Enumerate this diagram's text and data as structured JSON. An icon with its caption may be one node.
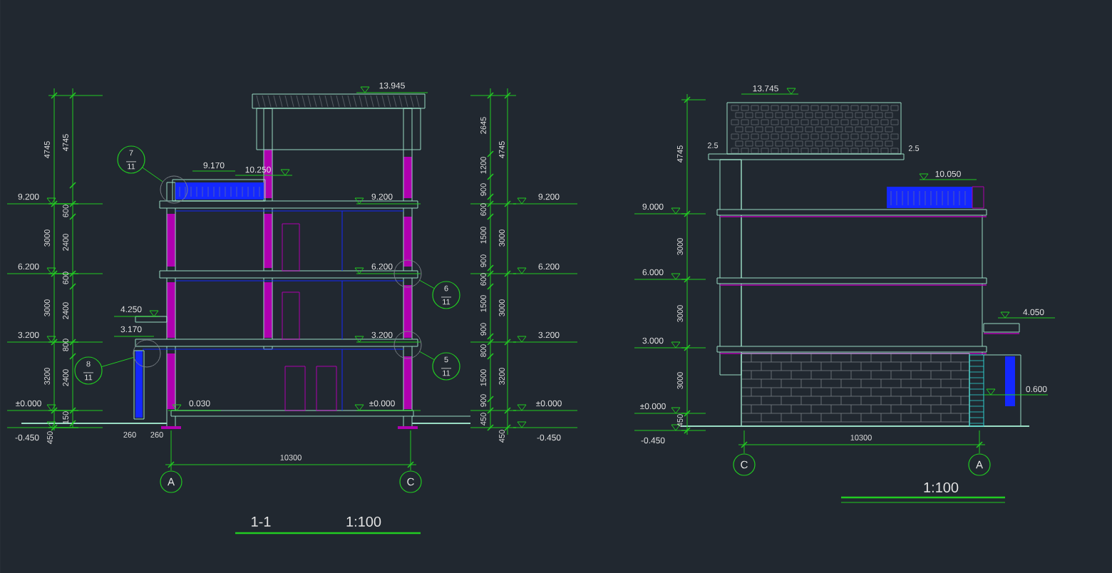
{
  "diagram": {
    "nodes": [
      {
        "text": [
          "7",
          "11"
        ]
      },
      {
        "text": [],
        "shape": "circle"
      },
      {
        "text": [],
        "shape": "circle"
      },
      {
        "text": [
          "6",
          "11"
        ]
      },
      {
        "text": [],
        "shape": "circle"
      },
      {
        "text": [],
        "shape": "circle"
      },
      {
        "text": [
          "8",
          "11"
        ]
      },
      {
        "text": [
          "5",
          "11"
        ]
      },
      {
        "text": [
          "A"
        ]
      },
      {
        "text": [
          "C"
        ]
      },
      {
        "text": [
          "C"
        ]
      },
      {
        "text": [
          "A"
        ]
      }
    ],
    "edges": [
      {
        "from": 0,
        "to": 1,
        "arrow": "none"
      },
      {
        "from": 3,
        "to": 2,
        "arrow": "none"
      },
      {
        "from": 6,
        "to": 4,
        "arrow": "none"
      },
      {
        "from": 7,
        "to": 5,
        "arrow": "none"
      }
    ],
    "labels": [
      "13.945",
      "4745",
      "4745",
      "9.170",
      "10.250",
      "9.200",
      "9.200",
      "2645",
      "4745",
      "1200",
      "900",
      "9.200",
      "600",
      "600",
      "3000",
      "2400",
      "1500",
      "3000",
      "6.200",
      "6.200",
      "900",
      "6.200",
      "600",
      "600",
      "3000",
      "2400",
      "4.250",
      "1500",
      "3000",
      "3.170",
      "3.200",
      "3.200",
      "900",
      "3.200",
      "800",
      "800",
      "3200",
      "2400",
      "1500",
      "3200",
      "±0.000",
      "0.030",
      "±0.000",
      "900",
      "±0.000",
      "150",
      "450",
      "450",
      "450",
      "-0.450",
      "260",
      "260",
      "-0.450",
      "10300",
      "1-1",
      "1:100",
      "13.745",
      "4745",
      "2.5",
      "2.5",
      "10.050",
      "9.000",
      "3000",
      "6.000",
      "3000",
      "4.050",
      "3.000",
      "3000",
      "0.600",
      "±0.000",
      "450",
      "-0.450",
      "10300",
      "1:100"
    ]
  }
}
